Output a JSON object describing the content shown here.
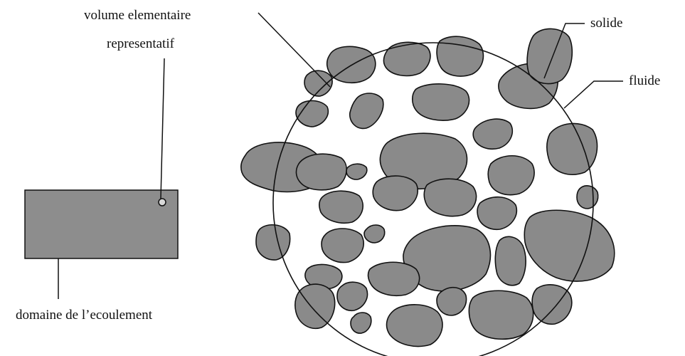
{
  "diagram": {
    "labels": {
      "rev_line1": "volume elementaire",
      "rev_line2": "representatif",
      "solid": "solide",
      "fluid": "fluide",
      "domain": "domaine de l’ecoulement"
    },
    "colors": {
      "background": "#ffffff",
      "ink": "#111111",
      "solid_fill": "#8a8a8a",
      "domain_fill": "#8d8d8d"
    }
  }
}
